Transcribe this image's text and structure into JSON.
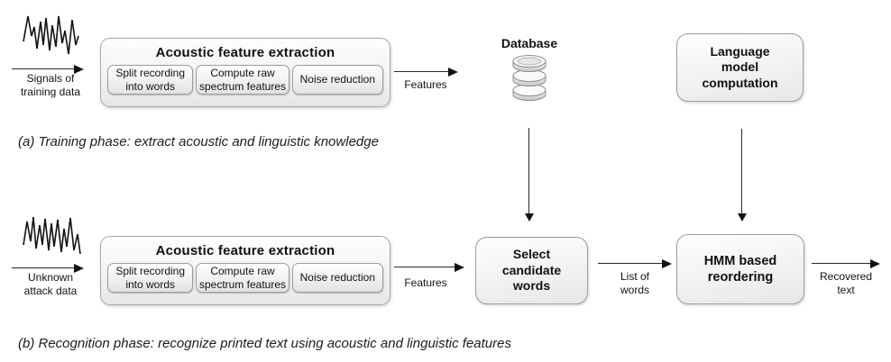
{
  "colors": {
    "box_border": "#9d9d9d",
    "box_fill_top": "#ffffff",
    "box_fill_bottom": "#e6e6e6",
    "line": "#1a1a1a",
    "text": "#111111"
  },
  "phase_a": {
    "input_label": "Signals of\ntraining data",
    "extraction": {
      "title": "Acoustic feature extraction",
      "steps": [
        "Split recording\ninto words",
        "Compute raw\nspectrum features",
        "Noise reduction"
      ]
    },
    "features_label": "Features",
    "database_label": "Database",
    "language_model_label": "Language\nmodel\ncomputation",
    "caption": "(a) Training phase: extract acoustic and linguistic knowledge"
  },
  "phase_b": {
    "input_label": "Unknown\nattack data",
    "extraction": {
      "title": "Acoustic feature extraction",
      "steps": [
        "Split recording\ninto words",
        "Compute raw\nspectrum features",
        "Noise reduction"
      ]
    },
    "features_label": "Features",
    "select_candidate_label": "Select\ncandidate\nwords",
    "list_of_words_label": "List of\nwords",
    "hmm_label": "HMM based\nreordering",
    "recovered_label": "Recovered\ntext",
    "caption": "(b) Recognition phase: recognize printed text using acoustic and linguistic features"
  }
}
